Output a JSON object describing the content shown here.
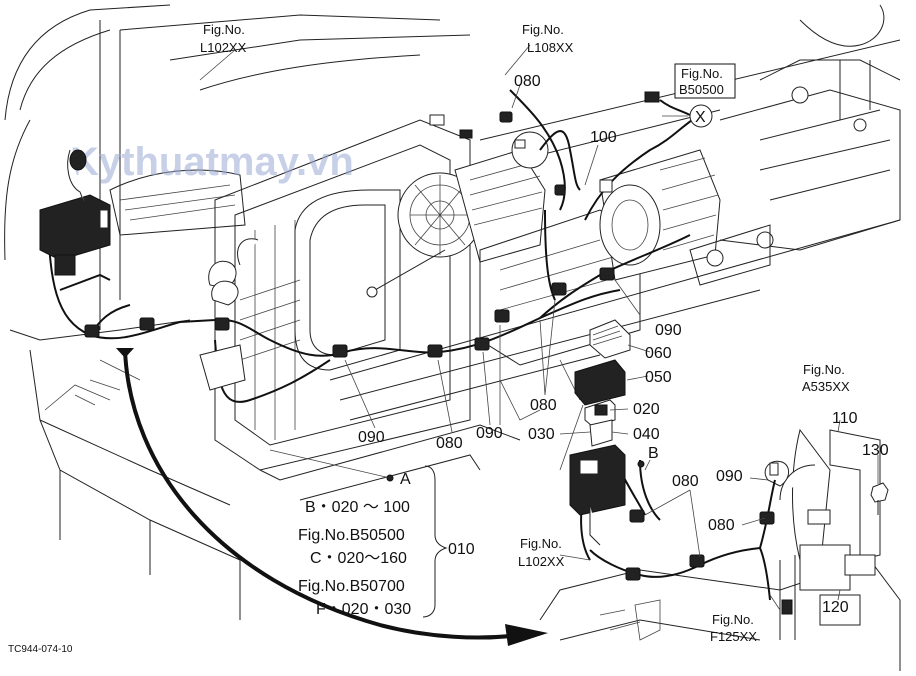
{
  "watermark": "Kythuatmay.vn",
  "figure_refs": {
    "l102_top": {
      "line1": "Fig.No.",
      "line2": "L102XX"
    },
    "l108": {
      "line1": "Fig.No.",
      "line2": "L108XX"
    },
    "b50500": {
      "line1": "Fig.No.",
      "line2": "B50500"
    },
    "a535": {
      "line1": "Fig.No.",
      "line2": "A535XX"
    },
    "l102_bottom": {
      "line1": "Fig.No.",
      "line2": "L102XX"
    },
    "f125": {
      "line1": "Fig.No.",
      "line2": "F125XX"
    }
  },
  "callouts": {
    "c080_top": "080",
    "c100": "100",
    "c090_right": "090",
    "c060": "060",
    "c050": "050",
    "c080_mid": "080",
    "c020": "020",
    "c030": "030",
    "c040": "040",
    "c090_bl": "090",
    "c080_bc": "080",
    "c090_bc": "090",
    "c080_r1": "080",
    "c090_r2": "090",
    "c080_r3": "080",
    "c110": "110",
    "c130": "130",
    "c120": "120",
    "c010": "010",
    "marker_x": "X",
    "marker_b": "B"
  },
  "legend": {
    "a": "A",
    "b_range": "B・020 ～ 100",
    "fig_b50500": "Fig.No.B50500",
    "c_range": "C・020～160",
    "fig_b50700": "Fig.No.B50700",
    "f_range": "F・020・030"
  },
  "drawing_code": "TC944-074-10"
}
